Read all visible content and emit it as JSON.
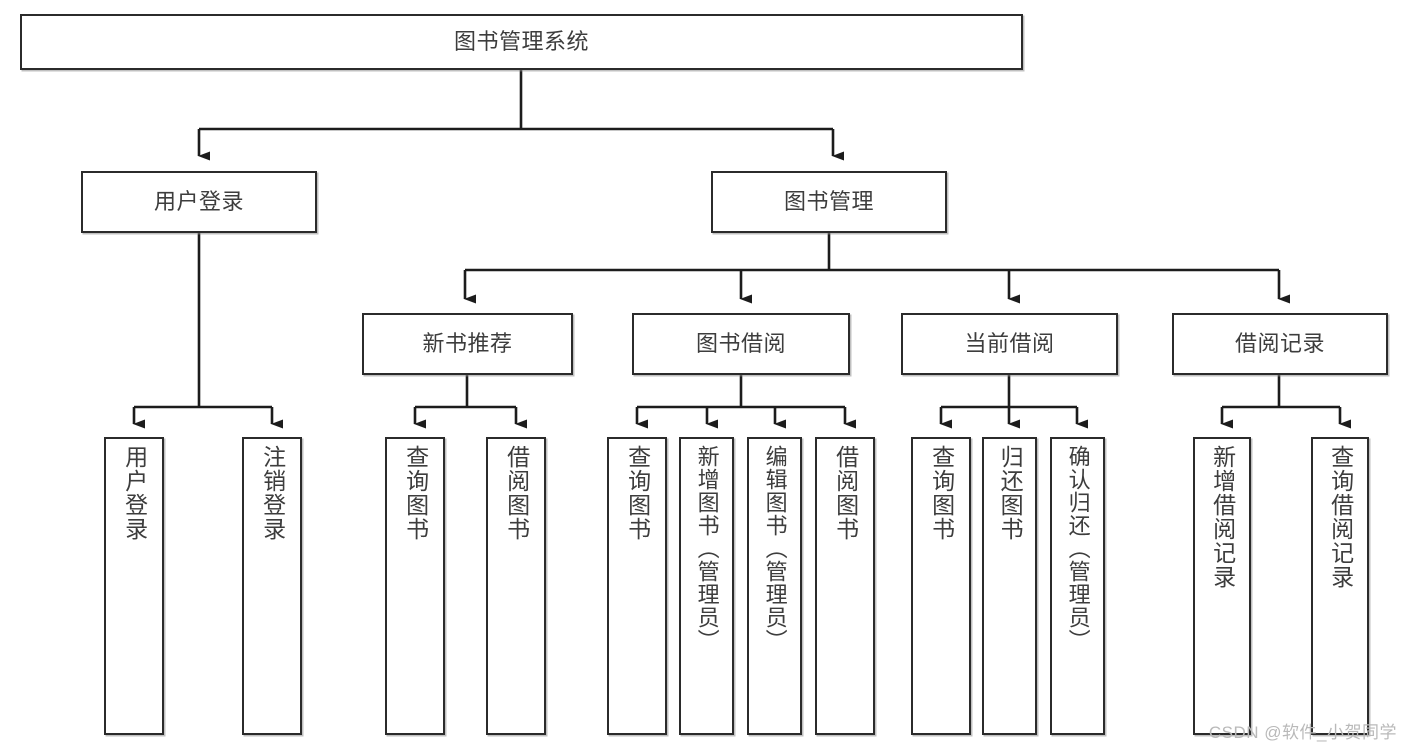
{
  "diagram": {
    "title": "图书管理系统",
    "type": "tree",
    "watermark": "CSDN @软件_小贺同学",
    "colors": {
      "box_border": "#2b2b2b",
      "box_fill": "#ffffff",
      "text": "#3d3d3d",
      "connector": "#1c1c1c",
      "watermark": "#b9b9b9",
      "background": "#ffffff"
    },
    "nodes": {
      "root": {
        "label": "图书管理系统"
      },
      "level2": [
        {
          "id": "user-login",
          "label": "用户登录"
        },
        {
          "id": "book-management",
          "label": "图书管理"
        }
      ],
      "level3": [
        {
          "id": "new-book-recommend",
          "label": "新书推荐"
        },
        {
          "id": "book-borrow",
          "label": "图书借阅"
        },
        {
          "id": "current-borrow",
          "label": "当前借阅"
        },
        {
          "id": "borrow-record",
          "label": "借阅记录"
        }
      ],
      "leaves": {
        "user-login": [
          {
            "id": "leaf-user-login",
            "label": "用户登录"
          },
          {
            "id": "leaf-logout-login",
            "label": "注销登录"
          }
        ],
        "new-book-recommend": [
          {
            "id": "leaf-query-book-1",
            "label": "查询图书"
          },
          {
            "id": "leaf-borrow-book-1",
            "label": "借阅图书"
          }
        ],
        "book-borrow": [
          {
            "id": "leaf-query-book-2",
            "label": "查询图书"
          },
          {
            "id": "leaf-add-book",
            "label": "新增图书（管理员）"
          },
          {
            "id": "leaf-edit-book",
            "label": "编辑图书（管理员）"
          },
          {
            "id": "leaf-borrow-book-2",
            "label": "借阅图书"
          }
        ],
        "current-borrow": [
          {
            "id": "leaf-query-book-3",
            "label": "查询图书"
          },
          {
            "id": "leaf-return-book",
            "label": "归还图书"
          },
          {
            "id": "leaf-confirm-return",
            "label": "确认归还（管理员）"
          }
        ],
        "borrow-record": [
          {
            "id": "leaf-add-record",
            "label": "新增借阅记录"
          },
          {
            "id": "leaf-query-record",
            "label": "查询借阅记录"
          }
        ]
      }
    }
  }
}
